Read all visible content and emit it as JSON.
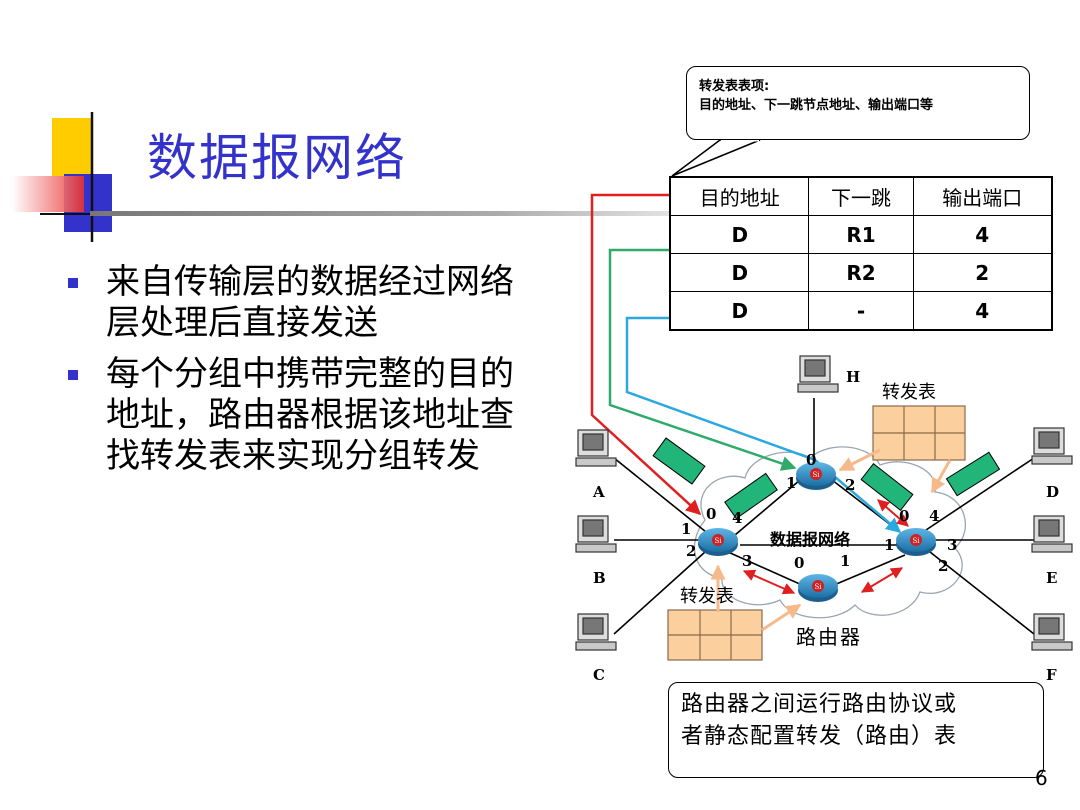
{
  "slide": {
    "title": "数据报网络",
    "page_number": "6"
  },
  "bullets": [
    "来自传输层的数据经过网络层处理后直接发送",
    "每个分组中携带完整的目的地址，路由器根据该地址查找转发表来实现分组转发"
  ],
  "callout_top": {
    "line1": "转发表表项:",
    "line2": "目的地址、下一跳节点地址、输出端口等"
  },
  "forwarding_table": {
    "headers": [
      "目的地址",
      "下一跳",
      "输出端口"
    ],
    "rows": [
      [
        "D",
        "R1",
        "4"
      ],
      [
        "D",
        "R2",
        "2"
      ],
      [
        "D",
        "-",
        "4"
      ]
    ]
  },
  "diagram": {
    "network_label": "数据报网络",
    "router_label": "路由器",
    "table_label_top": "转发表",
    "table_label_bottom": "转发表",
    "router_badge": "Si",
    "hosts": [
      "A",
      "B",
      "C",
      "D",
      "E",
      "F",
      "H"
    ],
    "ports": {
      "left_router": [
        "1",
        "2",
        "3",
        "0",
        "4"
      ],
      "top_router": [
        "0",
        "1",
        "2"
      ],
      "right_router": [
        "0",
        "4",
        "1",
        "3",
        "2"
      ],
      "bottom_router": [
        "0",
        "1"
      ]
    },
    "colors": {
      "red_path": "#e02020",
      "green_path": "#2faa6a",
      "blue_path": "#2aa8e0",
      "packet": "#22b57a",
      "table_fill": "#fbcf9e",
      "cloud_fill": "#ffffff",
      "router_fill": "#2b8cc4"
    }
  },
  "callout_bottom": {
    "line1": "路由器之间运行路由协议或",
    "line2": "者静态配置转发（路由）表"
  }
}
